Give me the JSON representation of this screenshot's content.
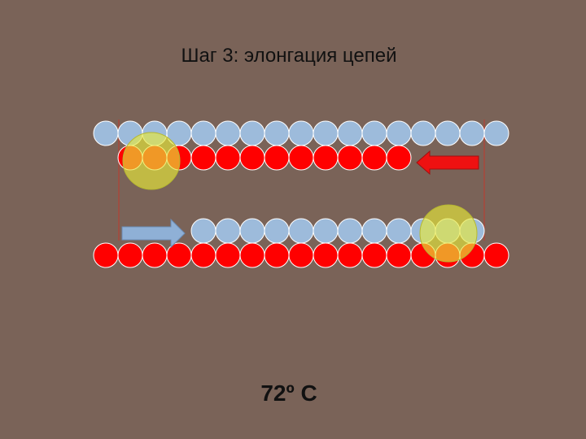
{
  "slide": {
    "title": "Шаг 3: элонгация цепей",
    "temperature": "72º C"
  },
  "diagram": {
    "strand_counts": {
      "top_template_blue": 17,
      "top_new_red": 12,
      "bottom_new_blue": 12,
      "bottom_template_red": 17
    },
    "arrows": [
      {
        "strand": "top",
        "direction": "left",
        "color": "#ee1111"
      },
      {
        "strand": "bottom",
        "direction": "right",
        "color": "#8fb0d6"
      }
    ],
    "colors": {
      "background": "#7a6358",
      "blue_nucleotide": "#9dbbdb",
      "red_nucleotide": "#ff0000",
      "polymerase": "#e8ea3a",
      "bracket_line": "#c0392b"
    }
  }
}
